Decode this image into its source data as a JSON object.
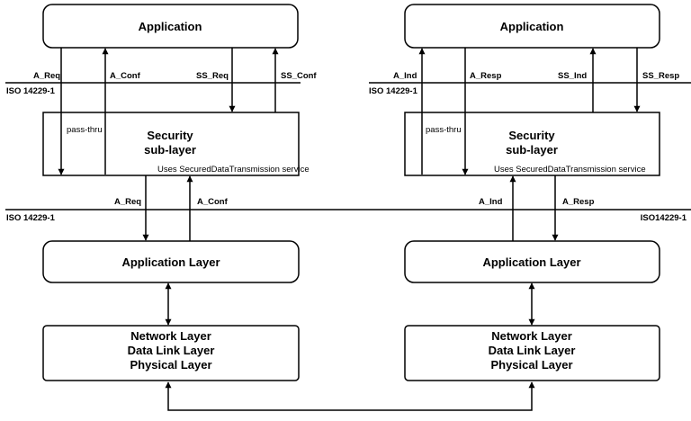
{
  "left": {
    "application": "Application",
    "security_line1": "Security",
    "security_line2": "sub-layer",
    "uses": "Uses SecuredDataTransmission service",
    "pass_thru": "pass-thru",
    "top_label_1": "A_Req",
    "top_label_2": "A_Conf",
    "top_label_3": "SS_Req",
    "top_label_4": "SS_Conf",
    "iso_top": "ISO 14229-1",
    "mid_label_1": "A_Req",
    "mid_label_2": "A_Conf",
    "app_layer": "Application Layer",
    "net_1": "Network Layer",
    "net_2": "Data Link Layer",
    "net_3": "Physical Layer"
  },
  "right": {
    "application": "Application",
    "security_line1": "Security",
    "security_line2": "sub-layer",
    "uses": "Uses SecuredDataTransmission service",
    "pass_thru": "pass-thru",
    "top_label_1": "A_Ind",
    "top_label_2": "A_Resp",
    "top_label_3": "SS_Ind",
    "top_label_4": "SS_Resp",
    "iso_top": "ISO 14229-1",
    "mid_label_1": "A_Ind",
    "mid_label_2": "A_Resp",
    "app_layer": "Application Layer",
    "net_1": "Network Layer",
    "net_2": "Data Link Layer",
    "net_3": "Physical Layer"
  },
  "iso_mid_left": "ISO 14229-1",
  "iso_mid_right": "ISO14229-1"
}
